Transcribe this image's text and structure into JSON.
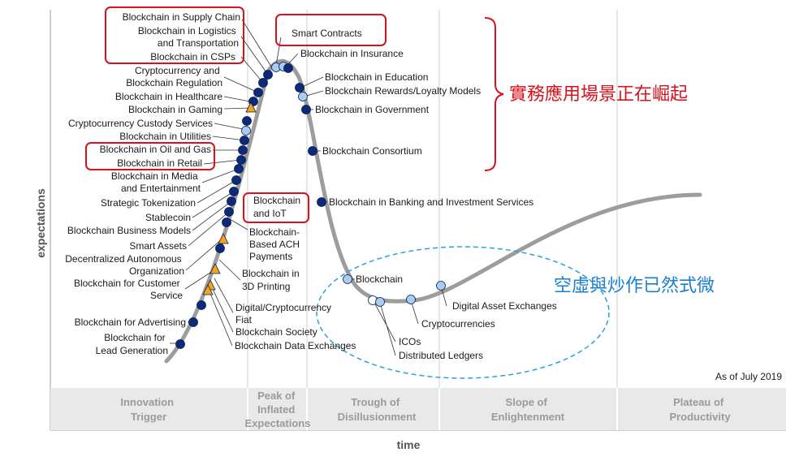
{
  "axes": {
    "y_label": "expectations",
    "x_label": "time"
  },
  "as_of": "As of July 2019",
  "phases": [
    [
      "Innovation",
      "Trigger"
    ],
    [
      "Peak of",
      "Inflated",
      "Expectations"
    ],
    [
      "Trough of",
      "Disillusionment"
    ],
    [
      "Slope of",
      "Enlightenment"
    ],
    [
      "Plateau of",
      "Productivity"
    ]
  ],
  "annotations": {
    "rising": "實務應用場景正在崛起",
    "hype": "空虛與炒作已然式微"
  },
  "items": [
    [
      "Blockchain in Supply Chain"
    ],
    [
      "Blockchain in Logistics",
      "and Transportation"
    ],
    [
      "Blockchain in CSPs"
    ],
    [
      "Smart Contracts"
    ],
    [
      "Blockchain in Insurance"
    ],
    [
      "Cryptocurrency and",
      "Blockchain Regulation"
    ],
    [
      "Blockchain in Healthcare"
    ],
    [
      "Blockchain in Gaming"
    ],
    [
      "Cryptocurrency Custody Services"
    ],
    [
      "Blockchain in Utilities"
    ],
    [
      "Blockchain in Oil and Gas"
    ],
    [
      "Blockchain in Retail"
    ],
    [
      "Blockchain in Media",
      "and Entertainment"
    ],
    [
      "Strategic Tokenization"
    ],
    [
      "Stablecoin"
    ],
    [
      "Blockchain Business Models"
    ],
    [
      "Smart Assets"
    ],
    [
      "Decentralized Autonomous",
      "Organization"
    ],
    [
      "Blockchain for Customer",
      "Service"
    ],
    [
      "Blockchain for Advertising"
    ],
    [
      "Blockchain for",
      "Lead Generation"
    ],
    [
      "Blockchain in Education"
    ],
    [
      "Blockchain Rewards/Loyalty Models"
    ],
    [
      "Blockchain in Government"
    ],
    [
      "Blockchain Consortium"
    ],
    [
      "Blockchain",
      "and IoT"
    ],
    [
      "Blockchain in Banking and Investment Services"
    ],
    [
      "Blockchain-",
      "Based ACH",
      "Payments"
    ],
    [
      "Blockchain in",
      "3D Printing"
    ],
    [
      "Digital/Cryptocurrency",
      "Fiat"
    ],
    [
      "Blockchain Society"
    ],
    [
      "Blockchain Data Exchanges"
    ],
    [
      "Blockchain"
    ],
    [
      "ICOs"
    ],
    [
      "Distributed Ledgers"
    ],
    [
      "Cryptocurrencies"
    ],
    [
      "Digital Asset Exchanges"
    ]
  ],
  "colors": {
    "dark_dot": "#0d2a7a",
    "light_dot": "#a9cdf0",
    "triangle": "#f2a51a",
    "curve": "#999999",
    "highlight_box": "#d9111b",
    "ellipse": "#2aa3d8"
  }
}
